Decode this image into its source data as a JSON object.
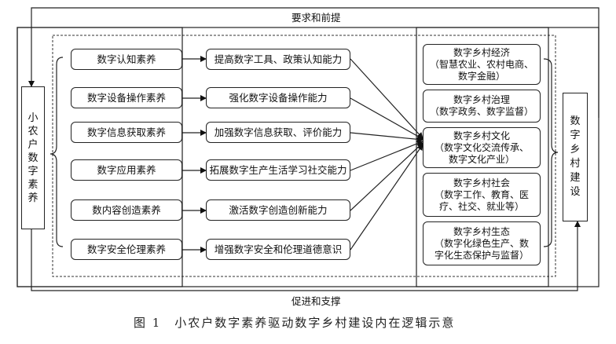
{
  "diagram": {
    "top_label": "要求和前提",
    "bottom_label": "促进和支撑",
    "left_block": "小\n农\n户\n数\n字\n素\n养",
    "right_block": "数\n字\n乡\n村\n建\n设",
    "literacies": [
      "数字认知素养",
      "数字设备操作素养",
      "数字信息获取素养",
      "数字应用素养",
      "数内容创造素养",
      "数字安全伦理素养"
    ],
    "abilities": [
      "提高数字工具、政策认知能力",
      "强化数字设备操作能力",
      "加强数字信息获取、评价能力",
      "拓展数字生产生活学习社交能力",
      "激活数字创造创新能力",
      "增强数字安全和伦理道德意识"
    ],
    "outcomes": [
      "数字乡村经济\n（智慧农业、农村电商、\n数字金融）",
      "数字乡村治理\n（数字政务、数字监督）",
      "数字乡村文化\n（数字文化交流传承、\n数字文化产业）",
      "数字乡村社会\n（数字工作、教育、医\n疗、社交、就业等）",
      "数字乡村生态\n（数字化绿色生产、数\n字化生态保护与监督）"
    ],
    "caption": "图 1　小农户数字素养驱动数字乡村建设内在逻辑示意"
  }
}
